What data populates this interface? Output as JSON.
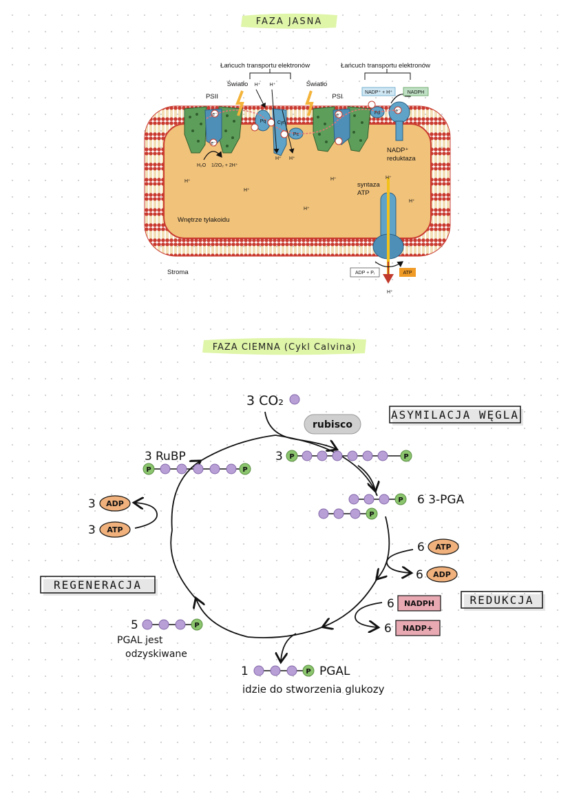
{
  "light_phase": {
    "heading": "FAZA JASNA",
    "etc_label_left": "Łańcuch transportu elektronów",
    "etc_label_right": "Łańcuch transportu elektronów",
    "light_left": "Światło",
    "light_right": "Światło",
    "psii": "PSII",
    "psi": "PSI",
    "pq": "Pq",
    "cyt": "Cyt",
    "pc": "Pc",
    "fd": "Fd",
    "electron": "e⁻",
    "proton": "H⁺",
    "water": "H₂O",
    "water_products": "1/2O₂ + 2H⁺",
    "nadp_in": "NADP⁺ + H⁺",
    "nadph": "NADPH",
    "nadp_reductase_1": "NADP⁺",
    "nadp_reductase_2": "reduktaza",
    "atp_synthase_1": "syntaza",
    "atp_synthase_2": "ATP",
    "lumen": "Wnętrze tylakoidu",
    "stroma": "Stroma",
    "adp_pi": "ADP + Pᵢ",
    "atp": "ATP"
  },
  "dark_phase": {
    "heading": "FAZA CIEMNA (Cykl Calvina)",
    "co2": "3 CO₂",
    "rubisco": "rubisco",
    "stage_assimilation": "ASYMILACJA WĘGLA",
    "stage_reduction": "REDUKCJA",
    "stage_regeneration": "REGENERACJA",
    "rubp_count": "3",
    "rubp_label": "RuBP",
    "rubp_count_top": "3",
    "phosphate": "P",
    "pga_label": "6 3-PGA",
    "atp_in_count": "6",
    "atp_in": "ATP",
    "adp_out_count": "6",
    "adp_out": "ADP",
    "nadph_in_count": "6",
    "nadph_in": "NADPH",
    "nadp_out_count": "6",
    "nadp_out": "NADP+",
    "regen_adp_count": "3",
    "regen_adp": "ADP",
    "regen_atp_count": "3",
    "regen_atp": "ATP",
    "pgal_recovered_count": "5",
    "pgal_recovered_1": "PGAL jest",
    "pgal_recovered_2": "odzyskiwane",
    "pgal_out_count": "1",
    "pgal_out_label": "PGAL",
    "pgal_out_desc": "idzie do stworzenia glukozy"
  },
  "colors": {
    "highlight": "#dff5a8",
    "membrane_head": "#c9392f",
    "membrane_tail": "#e8c779",
    "lumen_fill": "#f1c27a",
    "psii_green": "#5e9e5b",
    "protein_blue": "#5fa3c9",
    "carbon_purple": "#b89fd6",
    "phosphate_green": "#8bc56d",
    "energy_orange": "#f0b17c",
    "nadph_pink": "#e9a9b3",
    "rubisco_grey": "#cfcfcf"
  }
}
